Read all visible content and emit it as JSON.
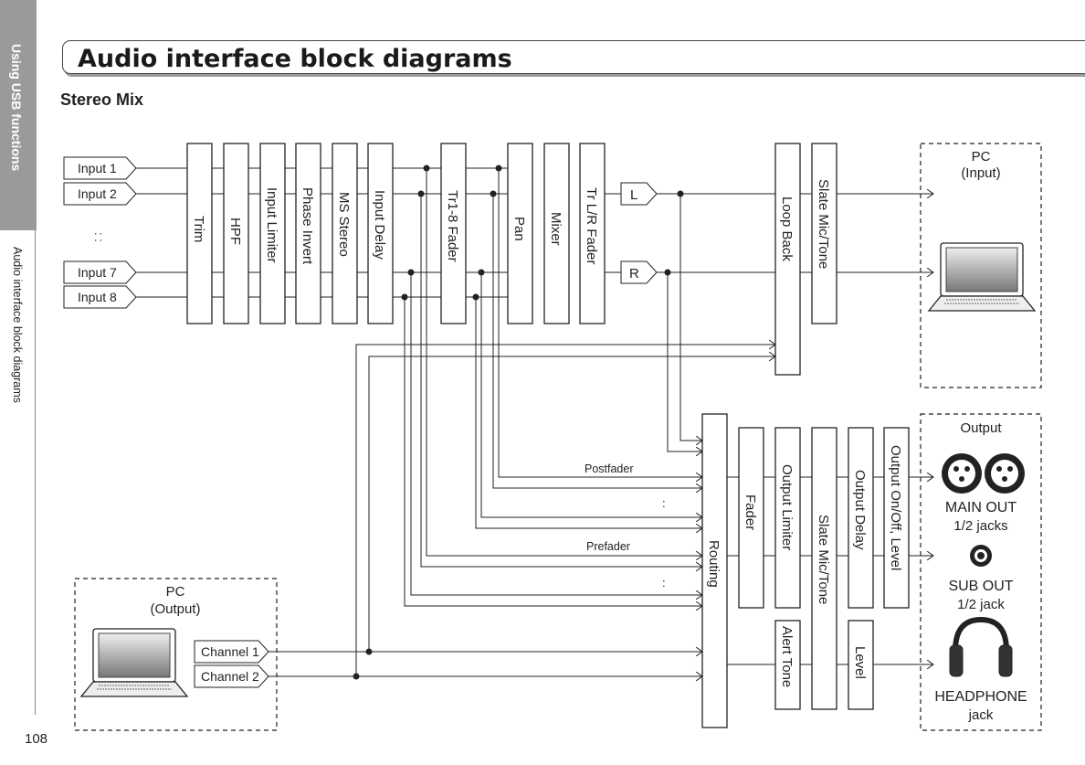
{
  "sidebar": {
    "section": "Using USB functions",
    "subsection": "Audio interface block diagrams",
    "page_number": "108"
  },
  "header": {
    "title": "Audio interface block diagrams",
    "subtitle": "Stereo Mix"
  },
  "inputs": [
    "Input 1",
    "Input 2",
    ": :",
    "Input 7",
    "Input 8"
  ],
  "input_blocks": [
    "Trim",
    "HPF",
    "Input Limiter",
    "Phase Invert",
    "MS Stereo",
    "Input Delay",
    "Tr1-8 Fader",
    "Pan",
    "Mixer",
    "Tr L/R Fader"
  ],
  "stereo_bus": {
    "left": "L",
    "right": "R"
  },
  "pc_input_blocks": [
    "Loop Back",
    "Slate Mic/Tone"
  ],
  "pc_input": {
    "title": "PC",
    "subtitle": "(Input)"
  },
  "routing": {
    "label": "Routing",
    "postfader": "Postfader",
    "prefader": "Prefader",
    "dots": ":"
  },
  "output_blocks": {
    "fader": "Fader",
    "output_limiter": "Output Limiter",
    "alert_tone": "Alert Tone",
    "slate": "Slate Mic/Tone",
    "output_delay": "Output Delay",
    "level": "Level",
    "output_onoff": "Output On/Off, Level"
  },
  "output": {
    "title": "Output",
    "main_out": "MAIN OUT",
    "main_jacks": "1/2 jacks",
    "sub_out": "SUB OUT",
    "sub_jack": "1/2 jack",
    "headphone": "HEADPHONE",
    "headphone_jack": "jack"
  },
  "pc_output": {
    "title": "PC",
    "subtitle": "(Output)",
    "channels": [
      "Channel 1",
      "Channel 2"
    ]
  },
  "icons": [
    "laptop-icon",
    "xlr-jack-icon",
    "phone-jack-icon",
    "headphones-icon"
  ]
}
